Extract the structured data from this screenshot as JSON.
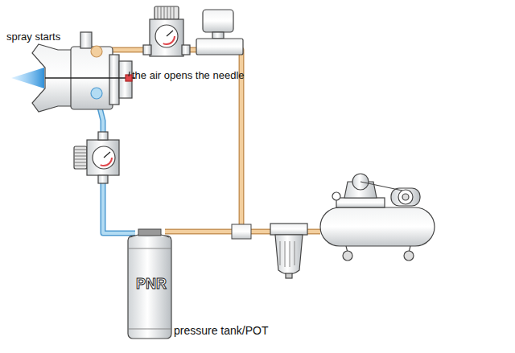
{
  "diagram": {
    "nodes": [
      {
        "text": [
          "PNR",
          "pressure tank/POT"
        ]
      }
    ],
    "labels": [
      "spray starts",
      "the air opens the needle"
    ]
  }
}
